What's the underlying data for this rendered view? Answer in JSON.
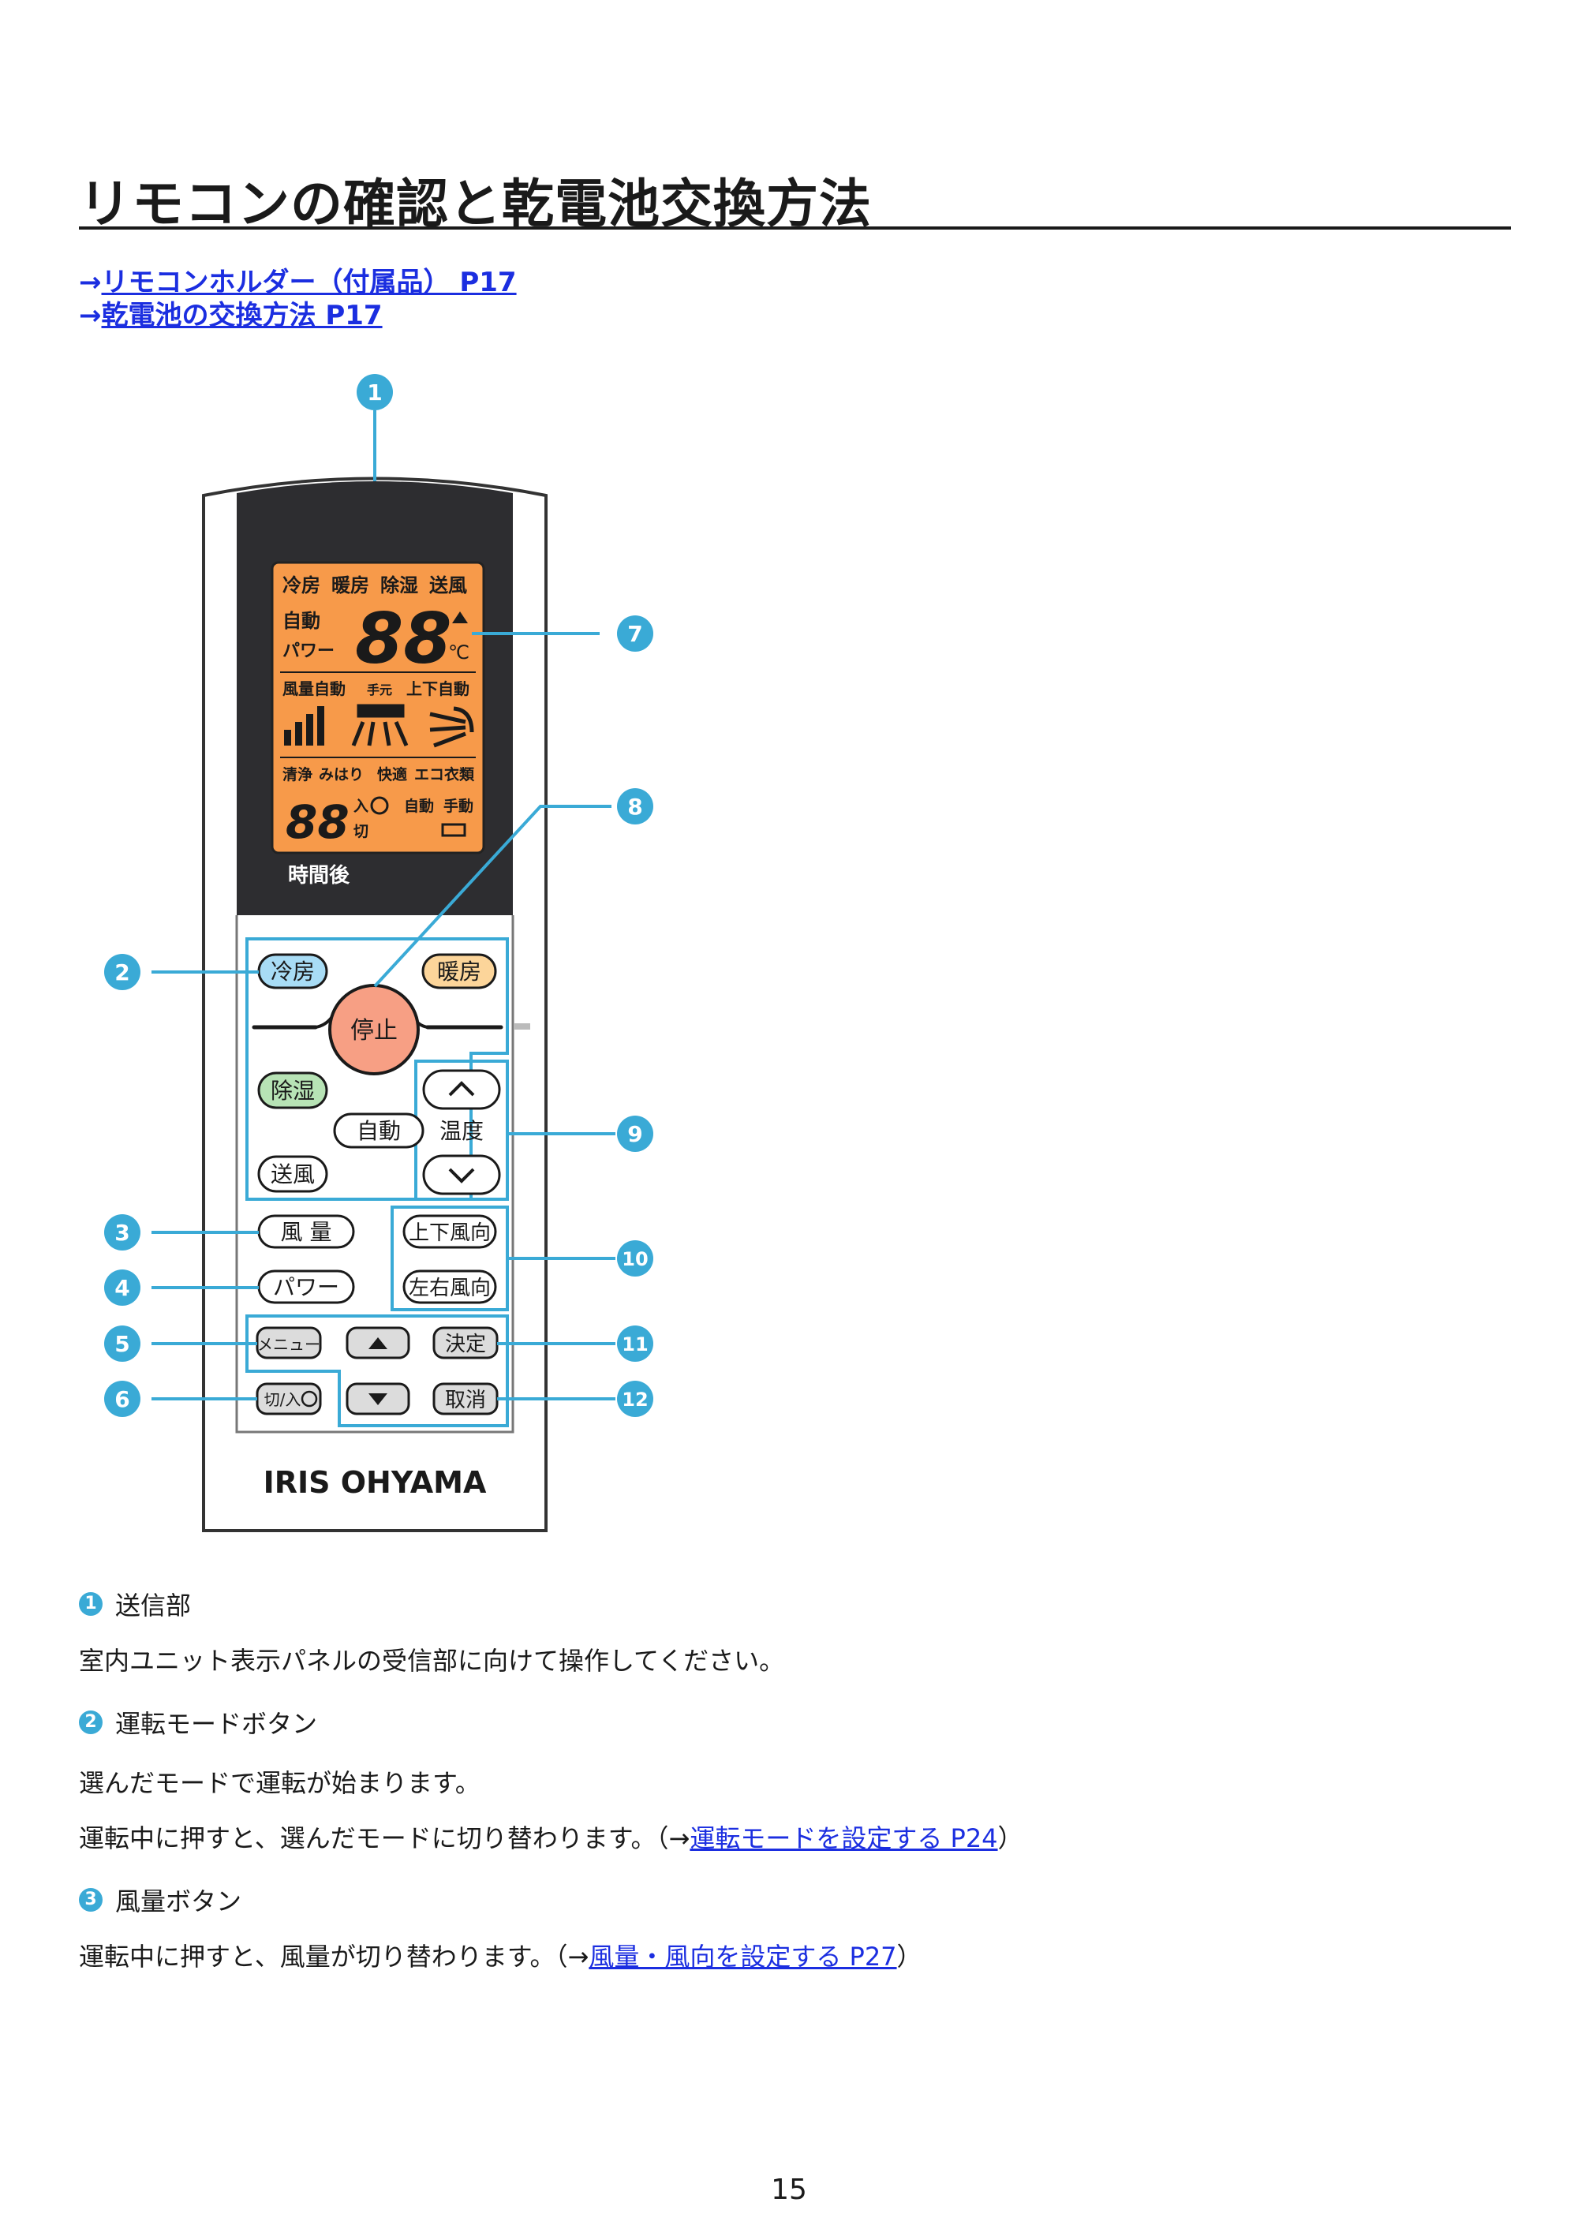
{
  "page": {
    "title": "リモコンの確認と乾電池交換方法",
    "number": "15"
  },
  "links": [
    {
      "arrow": "→",
      "text": "リモコンホルダー（付属品） P17"
    },
    {
      "arrow": "→",
      "text": "乾電池の交換方法 P17"
    }
  ],
  "callouts": [
    "1",
    "2",
    "3",
    "4",
    "5",
    "6",
    "7",
    "8",
    "9",
    "10",
    "11",
    "12"
  ],
  "colors": {
    "callout": "#3aaad6",
    "link": "#1b2ee0",
    "lcd": "#f79a4a",
    "remote_top": "#2d2d30"
  },
  "remote": {
    "brand": "IRIS OHYAMA",
    "lcd": {
      "modes": [
        "冷房",
        "暖房",
        "除湿",
        "送風"
      ],
      "auto": "自動",
      "power": "パワー",
      "temp_digits": "88",
      "unit": "℃",
      "fan_auto": "風量自動",
      "hand": "手元",
      "updown_auto": "上下自動",
      "bottom_row": [
        "清浄",
        "みはり",
        "快適",
        "エコ",
        "衣類"
      ],
      "timer_digits": "88",
      "on": "入",
      "off": "切",
      "timer_auto": "自動",
      "manual": "手動"
    },
    "timer_label": "時間後",
    "buttons": {
      "cool": "冷房",
      "heat": "暖房",
      "stop": "停止",
      "dehumidify": "除湿",
      "auto": "自動",
      "temperature": "温度",
      "fan_only": "送風",
      "fan_volume": "風 量",
      "updown_dir": "上下風向",
      "power": "パワー",
      "leftright_dir": "左右風向",
      "menu": "メニュー",
      "confirm": "決定",
      "timer": "切/入",
      "cancel": "取消"
    }
  },
  "sections": [
    {
      "num": "1",
      "heading": "送信部",
      "paragraphs": [
        {
          "text": "室内ユニット表示パネルの受信部に向けて操作してください。",
          "link": "",
          "after": ""
        }
      ]
    },
    {
      "num": "2",
      "heading": "運転モードボタン",
      "paragraphs": [
        {
          "text": "選んだモードで運転が始まります。",
          "link": "",
          "after": ""
        },
        {
          "text": "運転中に押すと、選んだモードに切り替わります。（→",
          "link": "運転モードを設定する P24",
          "after": "）"
        }
      ]
    },
    {
      "num": "3",
      "heading": "風量ボタン",
      "paragraphs": [
        {
          "text": "運転中に押すと、風量が切り替わります。（→",
          "link": "風量・風向を設定する P27",
          "after": "）"
        }
      ]
    }
  ]
}
